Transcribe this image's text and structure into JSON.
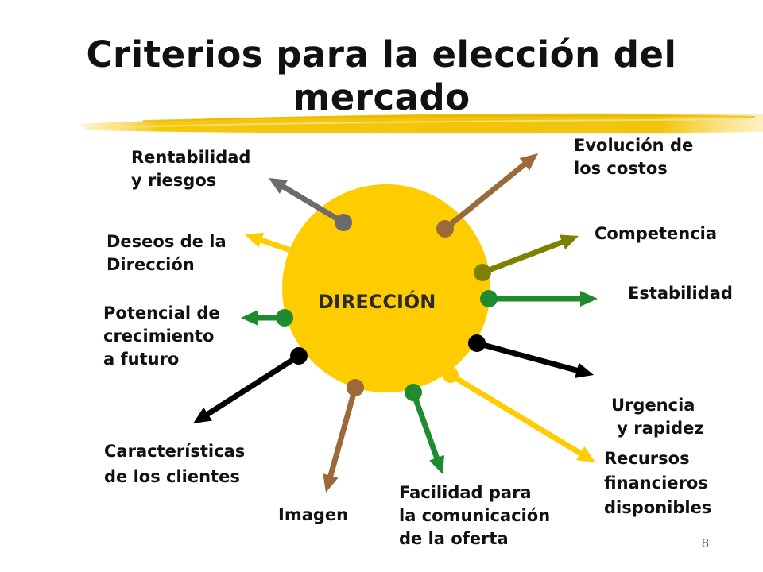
{
  "slide": {
    "title": "Criterios para la elección del mercado",
    "center": "DIRECCIÓN",
    "page_number": "8"
  },
  "colors": {
    "circle": "#FFCC00",
    "brush": "#F2C200",
    "gray": "#6B6B6B",
    "brown": "#9C6A3A",
    "olive": "#808000",
    "green": "#1E8B2E",
    "black": "#000000",
    "yellow": "#FFCC00"
  },
  "criteria": [
    {
      "id": "rentabilidad",
      "lines": [
        "Rentabilidad",
        "y riesgos"
      ],
      "color": "gray"
    },
    {
      "id": "evolucion",
      "lines": [
        "Evolución de",
        "los costos"
      ],
      "color": "brown"
    },
    {
      "id": "competencia",
      "lines": [
        "Competencia"
      ],
      "color": "olive"
    },
    {
      "id": "estabilidad",
      "lines": [
        "Estabilidad"
      ],
      "color": "green"
    },
    {
      "id": "deseos",
      "lines": [
        "Deseos de la",
        "Dirección"
      ],
      "color": "yellow"
    },
    {
      "id": "potencial",
      "lines": [
        "Potencial de",
        "crecimiento",
        "a futuro"
      ],
      "color": "green"
    },
    {
      "id": "urgencia",
      "lines": [
        "Urgencia",
        " y rapidez"
      ],
      "color": "black"
    },
    {
      "id": "caracteristicas",
      "lines": [
        "Características",
        "de los clientes"
      ],
      "color": "black"
    },
    {
      "id": "imagen",
      "lines": [
        "Imagen"
      ],
      "color": "brown"
    },
    {
      "id": "facilidad",
      "lines": [
        "Facilidad para",
        "la comunicación",
        "de la oferta"
      ],
      "color": "green"
    },
    {
      "id": "recursos",
      "lines": [
        "Recursos",
        "financieros",
        "disponibles"
      ],
      "color": "yellow"
    }
  ]
}
